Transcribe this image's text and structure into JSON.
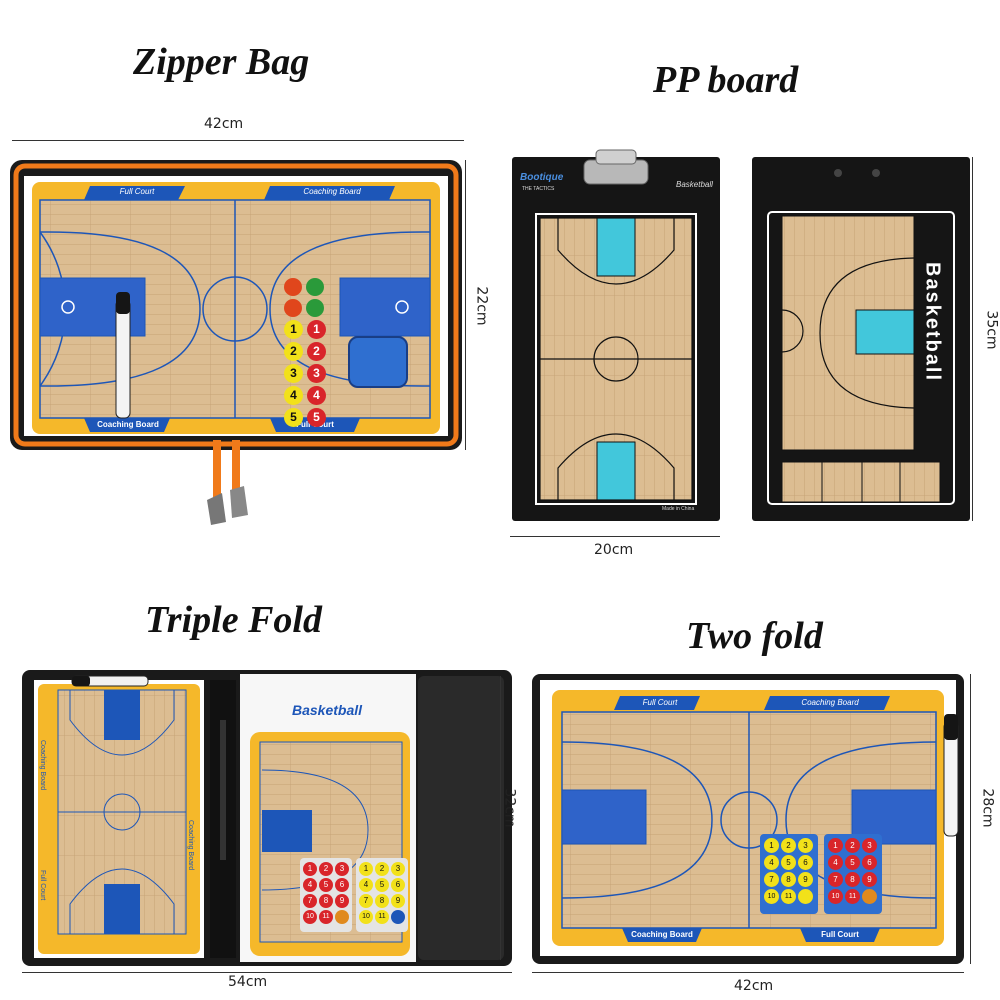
{
  "titles": {
    "zipper": "Zipper Bag",
    "pp": "PP board",
    "triple": "Triple Fold",
    "two": "Two fold"
  },
  "dimensions": {
    "zipper_width": "42cm",
    "zipper_height": "22cm",
    "pp_width": "20cm",
    "pp_height": "35cm",
    "triple_width": "54cm",
    "triple_height": "32cm",
    "two_width": "42cm",
    "two_height": "28cm"
  },
  "board_labels": {
    "coaching_board": "Coaching Board",
    "full_court": "Full Court",
    "basketball": "Basketball",
    "brand": "Bootique",
    "tactics": "THE TACTICS",
    "made_in": "Made in China"
  },
  "magnets": {
    "row_numbers": [
      "1",
      "2",
      "3",
      "4",
      "5"
    ],
    "grid_numbers": [
      "1",
      "2",
      "3",
      "4",
      "5",
      "6",
      "7",
      "8",
      "9",
      "10",
      "11"
    ]
  },
  "colors": {
    "wood": "#d9b98e",
    "yellow": "#f5b82a",
    "blue": "#1d56b8",
    "black": "#151515",
    "orange": "#f07a1a"
  }
}
